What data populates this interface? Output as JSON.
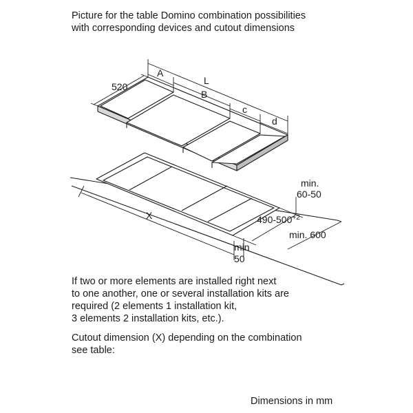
{
  "heading": {
    "line1": "Picture for the table Domino combination possibilities",
    "line2": "with corresponding devices and cutout dimensions"
  },
  "diagram": {
    "dim_520": "520",
    "dim_A": "A",
    "dim_L": "L",
    "dim_B": "B",
    "dim_c": "c",
    "dim_d": "d",
    "dim_X": "X",
    "min_top": "min.",
    "min_top_value": "60-50",
    "depth_value": "490-500",
    "depth_tolerance": "+2",
    "min_600": "min. 600",
    "min_bottom": "min",
    "min_bottom_value": "50"
  },
  "note": {
    "line1": "If two or more elements are installed right next",
    "line2": "to one another, one or several installation kits are",
    "line3": "required (2 elements 1 installation kit,",
    "line4": "3 elements 2 installation kits, etc.)."
  },
  "cutout": {
    "line1": "Cutout dimension (X) depending on the combination",
    "line2": "see table:"
  },
  "units": "Dimensions in mm"
}
